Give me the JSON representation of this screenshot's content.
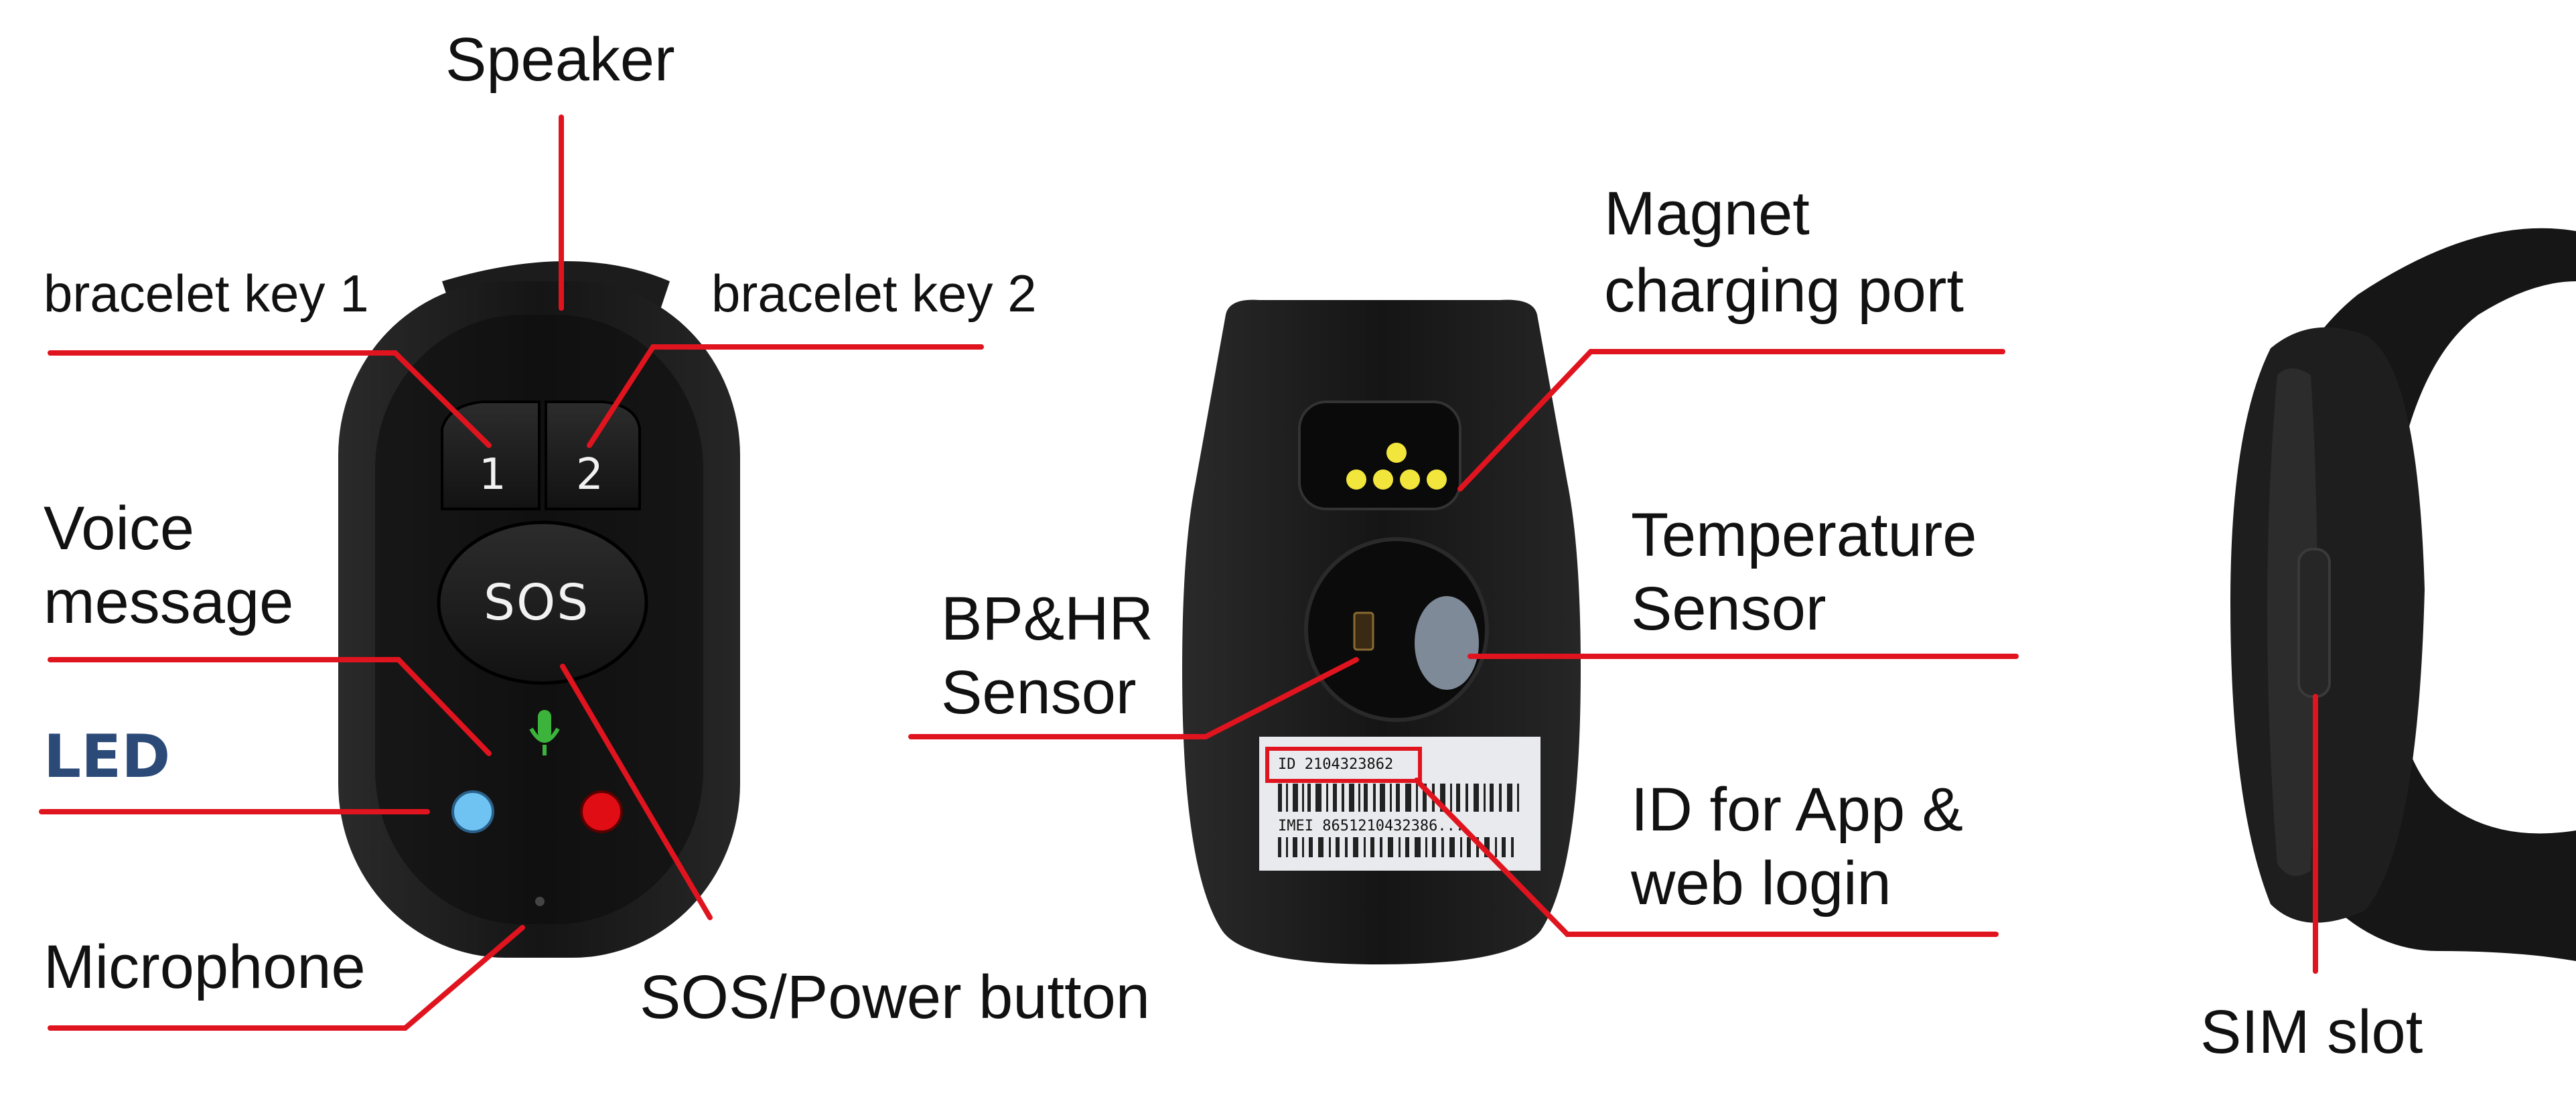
{
  "labels": {
    "speaker": "Speaker",
    "bracelet_key_1": "bracelet key 1",
    "bracelet_key_2": "bracelet key 2",
    "voice_message_line1": "Voice",
    "voice_message_line2": "message",
    "led": "LED",
    "microphone": "Microphone",
    "sos_power_button": "SOS/Power button",
    "magnet_line1": "Magnet",
    "magnet_line2": "charging port",
    "temperature_line1": "Temperature",
    "temperature_line2": "Sensor",
    "bphr_line1": "BP&HR",
    "bphr_line2": "Sensor",
    "id_line1": "ID for App &",
    "id_line2": "web login",
    "sim_slot": "SIM slot"
  },
  "device_front": {
    "key1_glyph": "1",
    "key2_glyph": "2",
    "sos_glyph": "SOS"
  },
  "device_back": {
    "sticker_id_text": "ID 2104323862",
    "sticker_imei_text": "IMEI 8651210432386..."
  },
  "colors": {
    "leader_line": "#e0141e",
    "led_blue": "#6ec3f2",
    "led_red": "#e00d14",
    "led_label": "#2b4a78",
    "device_body": "#141414",
    "charging_pins": "#f2e63c",
    "mic_icon": "#3cb43c"
  }
}
